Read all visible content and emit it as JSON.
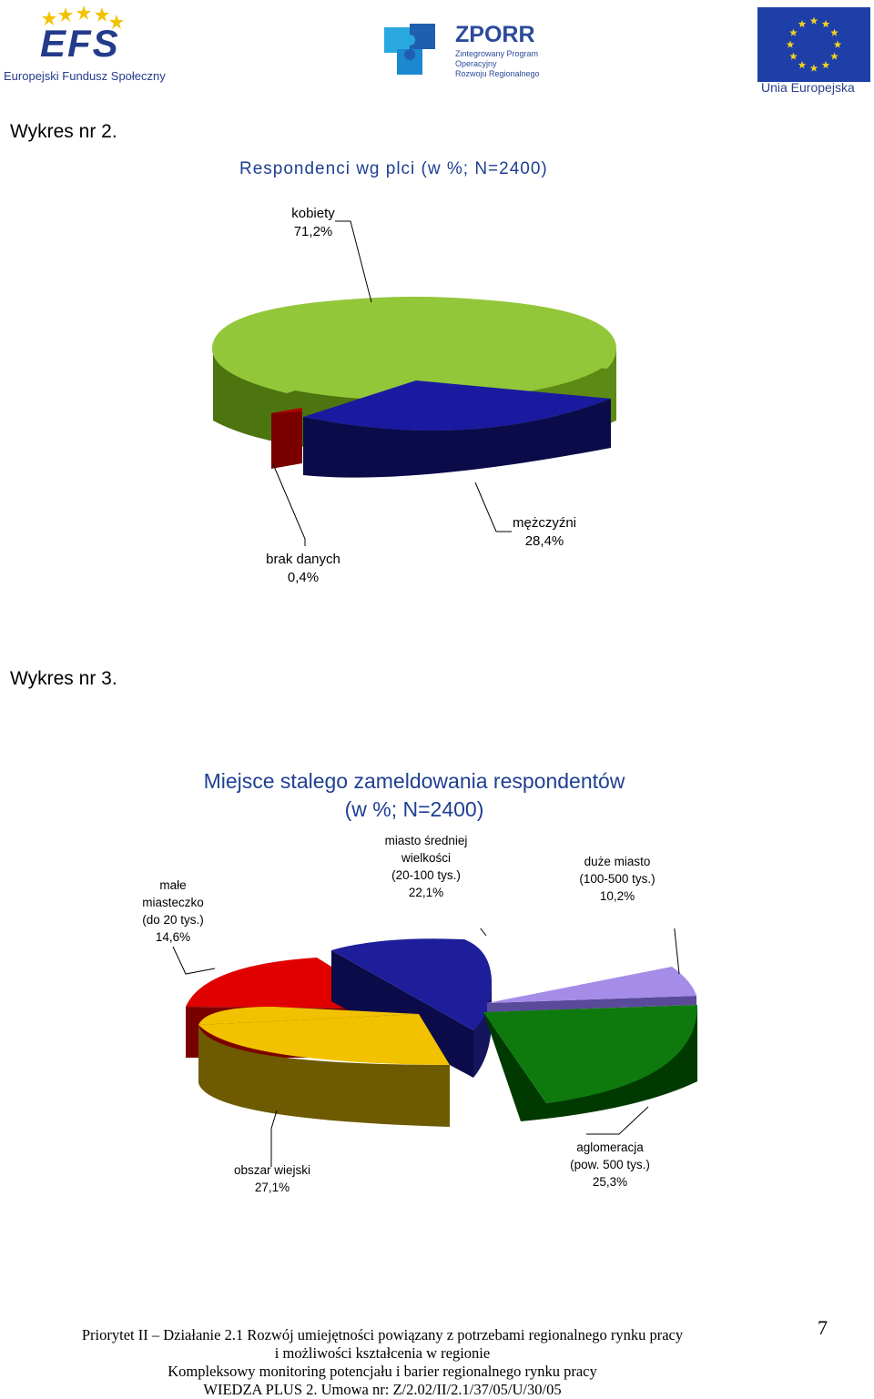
{
  "header": {
    "efs": {
      "letters": "EFS",
      "caption": "Europejski Fundusz Społeczny"
    },
    "zporr": {
      "title": "ZPORR",
      "line1": "Zintegrowany Program",
      "line2": "Operacyjny",
      "line3": "Rozwoju Regionalnego"
    },
    "eu": {
      "caption": "Unia Europejska"
    }
  },
  "sections": {
    "wykres2": "Wykres nr 2.",
    "wykres3": "Wykres nr 3."
  },
  "chart_data": [
    {
      "type": "pie",
      "title": "Respondenci wg plci (w %; N=2400)",
      "slices": [
        {
          "label": "kobiety",
          "value_text": "71,2%",
          "value": 71.2,
          "color": "#8CBF26"
        },
        {
          "label": "mężczyźni",
          "value_text": "28,4%",
          "value": 28.4,
          "color": "#1A1AA0"
        },
        {
          "label": "brak danych",
          "value_text": "0,4%",
          "value": 0.4,
          "color": "#8B0000"
        }
      ]
    },
    {
      "type": "pie",
      "title_line1": "Miejsce stalego zameldowania respondentów",
      "title_line2": "(w %; N=2400)",
      "slices": [
        {
          "label_lines": [
            "małe",
            "miasteczko",
            "(do 20 tys.)"
          ],
          "value_text": "14,6%",
          "value": 14.6,
          "color": "#E00000"
        },
        {
          "label_lines": [
            "miasto średniej",
            "wielkości",
            "(20-100 tys.)"
          ],
          "value_text": "22,1%",
          "value": 22.1,
          "color": "#1E1E9A"
        },
        {
          "label_lines": [
            "duże miasto",
            "(100-500 tys.)"
          ],
          "value_text": "10,2%",
          "value": 10.2,
          "color": "#A58CE8"
        },
        {
          "label_lines": [
            "aglomeracja",
            "(pow. 500 tys.)"
          ],
          "value_text": "25,3%",
          "value": 25.3,
          "color": "#0E7A0E"
        },
        {
          "label_lines": [
            "obszar wiejski"
          ],
          "value_text": "27,1%",
          "value": 27.1,
          "color": "#F2C200"
        }
      ]
    }
  ],
  "footer": {
    "line1": "Priorytet II – Działanie 2.1 Rozwój umiejętności powiązany z potrzebami regionalnego rynku pracy",
    "line2": "i możliwości kształcenia  w regionie",
    "line3": "Kompleksowy monitoring potencjału i barier regionalnego rynku pracy",
    "line4": "WIEDZA PLUS 2. Umowa nr: Z/2.02/II/2.1/37/05/U/30/05",
    "page": "7"
  }
}
